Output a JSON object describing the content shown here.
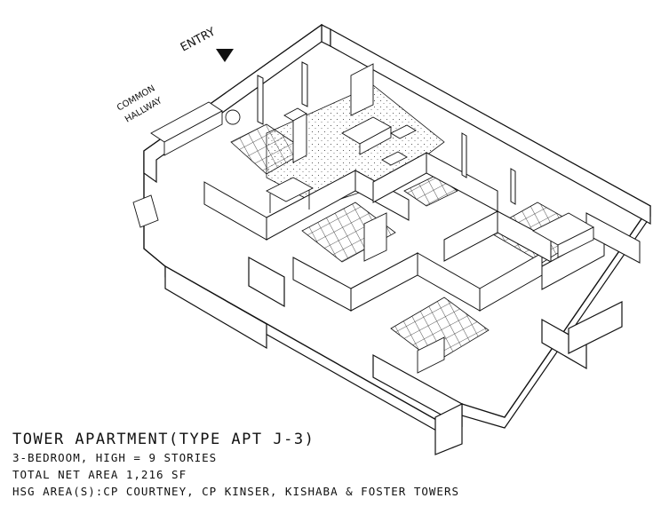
{
  "labels": {
    "entry": "ENTRY",
    "common_hallway_line1": "COMMON",
    "common_hallway_line2": "HALLWAY"
  },
  "title_block": {
    "title": "TOWER APARTMENT(TYPE APT J-3)",
    "line1": "3-BEDROOM, HIGH = 9 STORIES",
    "line2": "TOTAL NET AREA 1,216 SF",
    "line3": "HSG AREA(S):CP COURTNEY, CP KINSER, KISHABA & FOSTER TOWERS"
  },
  "colors": {
    "ink": "#111111",
    "paper": "#ffffff"
  },
  "icons": [
    "entry-arrow-icon"
  ]
}
